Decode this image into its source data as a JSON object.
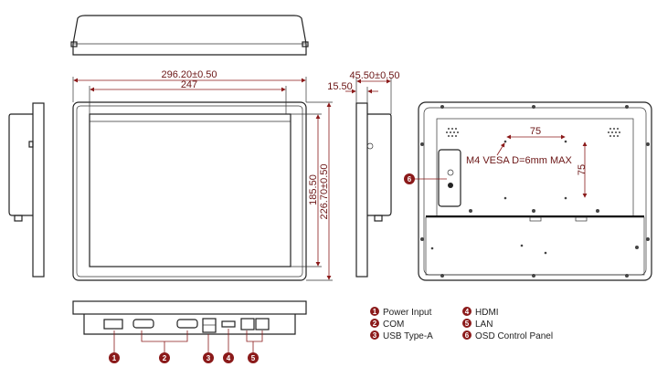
{
  "dimensions": {
    "width_overall": "296.20±0.50",
    "width_screen": "247",
    "height_screen": "185.50",
    "height_overall": "226.70±0.50",
    "depth_overall": "45.50±0.50",
    "depth_bezel": "15.50",
    "vesa_h": "75",
    "vesa_v": "75",
    "vesa_note": "M4 VESA D=6mm MAX"
  },
  "markers": [
    "1",
    "2",
    "3",
    "4",
    "5",
    "6"
  ],
  "legend": [
    {
      "num": "1",
      "label": "Power Input"
    },
    {
      "num": "2",
      "label": "COM"
    },
    {
      "num": "3",
      "label": "USB Type-A"
    },
    {
      "num": "4",
      "label": "HDMI"
    },
    {
      "num": "5",
      "label": "LAN"
    },
    {
      "num": "6",
      "label": "OSD Control Panel"
    }
  ],
  "colors": {
    "dimension": "#8b1a1a",
    "line": "#222222"
  }
}
